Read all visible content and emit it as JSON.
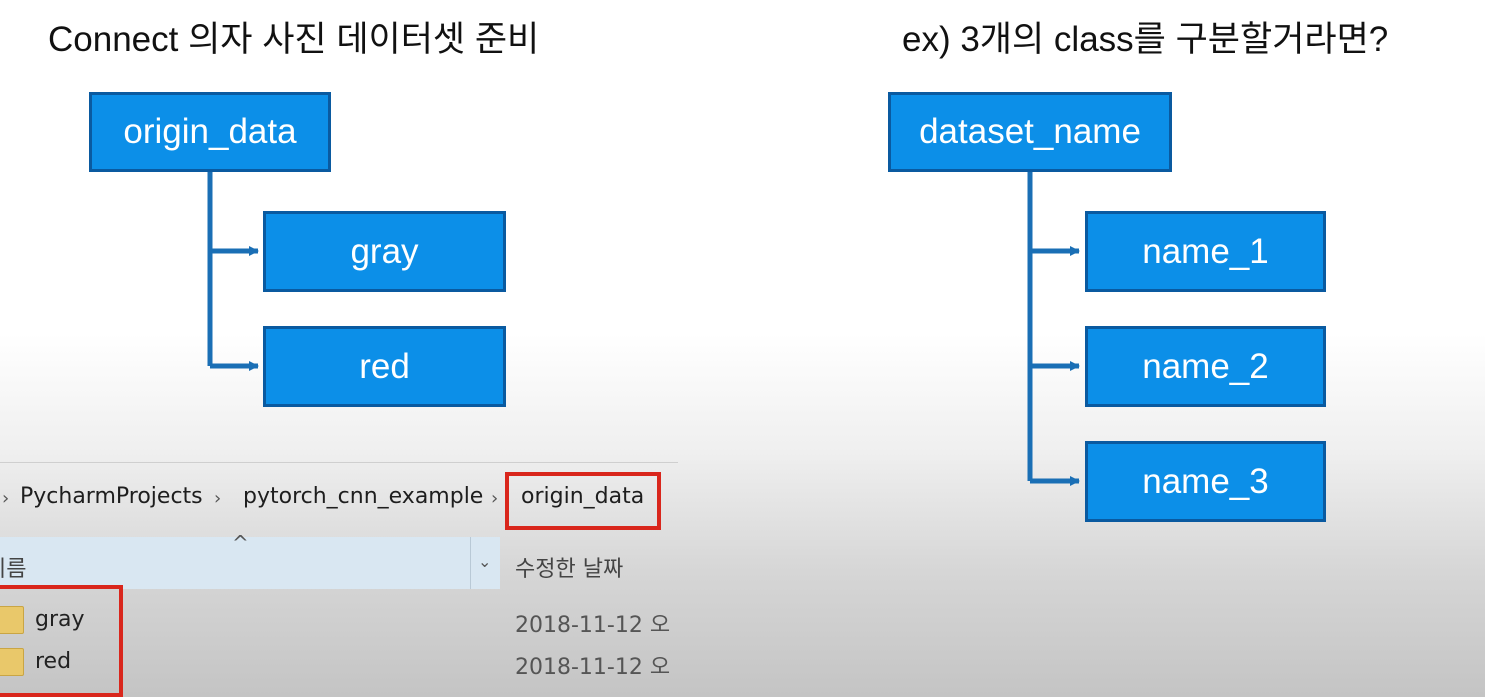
{
  "left": {
    "title": "Connect 의자 사진 데이터셋 준비",
    "root": "origin_data",
    "children": [
      "gray",
      "red"
    ]
  },
  "right": {
    "title": "ex) 3개의 class를 구분할거라면?",
    "root": "dataset_name",
    "children": [
      "name_1",
      "name_2",
      "name_3"
    ]
  },
  "explorer": {
    "breadcrumb": [
      "PycharmProjects",
      "pytorch_cnn_example",
      "origin_data"
    ],
    "columns": {
      "name": "이름",
      "date": "수정한 날짜"
    },
    "rows": [
      {
        "name": "gray",
        "date": "2018-11-12 오"
      },
      {
        "name": "red",
        "date": "2018-11-12 오"
      }
    ]
  },
  "colors": {
    "box_fill": "#0c8fe8",
    "box_border": "#0a5aa0",
    "connector": "#1a6fb5",
    "highlight": "#d9261c"
  }
}
